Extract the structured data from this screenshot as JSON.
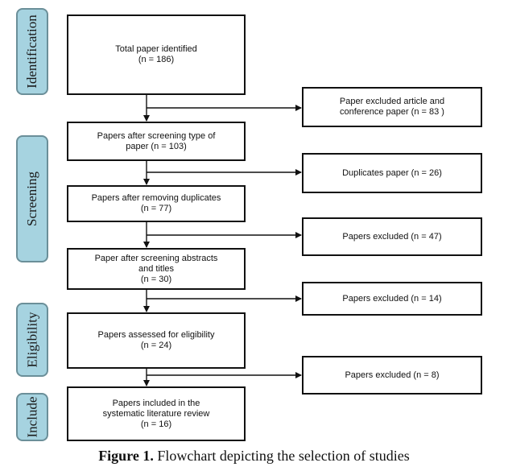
{
  "phases": {
    "identification": "Identification",
    "screening": "Screening",
    "eligibility": "Eligibility",
    "include": "Include"
  },
  "main_boxes": {
    "total": {
      "line1": "Total paper identified",
      "line2": "(n = 186)"
    },
    "type_screen": {
      "line1": "Papers after screening type of",
      "line2": "paper (n = 103)"
    },
    "dedup": {
      "line1": "Papers after removing duplicates",
      "line2": "(n = 77)"
    },
    "abstract_screen": {
      "line1": "Paper after screening abstracts",
      "line2": "and titles",
      "line3": "(n = 30)"
    },
    "eligibility": {
      "line1": "Papers assessed for eligibility",
      "line2": "(n = 24)"
    },
    "included": {
      "line1": "Papers included in the",
      "line2": "systematic literature review",
      "line3": "(n = 16)"
    }
  },
  "side_boxes": {
    "excluded_article": {
      "line1": "Paper excluded article and",
      "line2": "conference paper (n = 83 )"
    },
    "duplicates": {
      "line1": "Duplicates paper (n = 26)"
    },
    "excluded_47": {
      "line1": "Papers excluded (n = 47)"
    },
    "excluded_14": {
      "line1": "Papers excluded (n = 14)"
    },
    "excluded_8": {
      "line1": "Papers excluded (n = 8)"
    }
  },
  "caption": {
    "label": "Figure 1.",
    "text": " Flowchart depicting the selection of studies"
  }
}
